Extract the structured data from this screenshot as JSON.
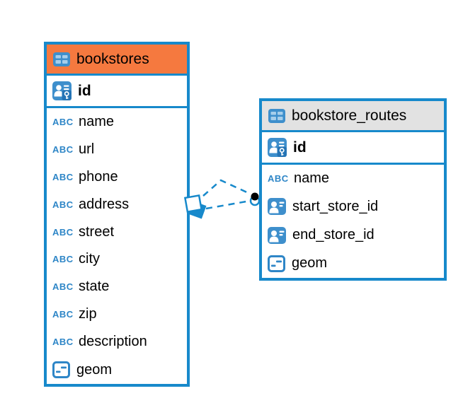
{
  "colors": {
    "table_border_blue": "#1789CB",
    "icon_blue": "#3E8FCC",
    "icon_dark_blue": "#2574B5",
    "type_icon_blue": "#2E86C7",
    "bookstores_header_orange": "#F5793F",
    "routes_header_gray": "#E2E2E2",
    "connector_blue": "#1789CB",
    "endpoint_dot_black": "#000000"
  },
  "glyphs": {
    "text_type": "ABC"
  },
  "tables": [
    {
      "name": "bookstores",
      "header_color": "#F5793F",
      "icon": "table-icon",
      "pk": {
        "label": "id",
        "icon": "primary-key-icon"
      },
      "columns": [
        {
          "label": "name",
          "type_icon": "text-type-icon"
        },
        {
          "label": "url",
          "type_icon": "text-type-icon"
        },
        {
          "label": "phone",
          "type_icon": "text-type-icon"
        },
        {
          "label": "address",
          "type_icon": "text-type-icon"
        },
        {
          "label": "street",
          "type_icon": "text-type-icon"
        },
        {
          "label": "city",
          "type_icon": "text-type-icon"
        },
        {
          "label": "state",
          "type_icon": "text-type-icon"
        },
        {
          "label": "zip",
          "type_icon": "text-type-icon"
        },
        {
          "label": "description",
          "type_icon": "text-type-icon"
        },
        {
          "label": "geom",
          "type_icon": "geometry-type-icon"
        }
      ]
    },
    {
      "name": "bookstore_routes",
      "header_color": "#E2E2E2",
      "icon": "table-icon",
      "pk": {
        "label": "id",
        "icon": "primary-key-icon"
      },
      "columns": [
        {
          "label": "name",
          "type_icon": "text-type-icon"
        },
        {
          "label": "start_store_id",
          "type_icon": "ref-id-icon"
        },
        {
          "label": "end_store_id",
          "type_icon": "ref-id-icon"
        },
        {
          "label": "geom",
          "type_icon": "geometry-type-icon"
        }
      ]
    }
  ],
  "relationship": {
    "from_table": "bookstores",
    "to_table": "bookstore_routes",
    "line_style": "dashed",
    "line_count": 2,
    "from_marker": "overlapping-squares",
    "to_marker": "filled-dot"
  }
}
